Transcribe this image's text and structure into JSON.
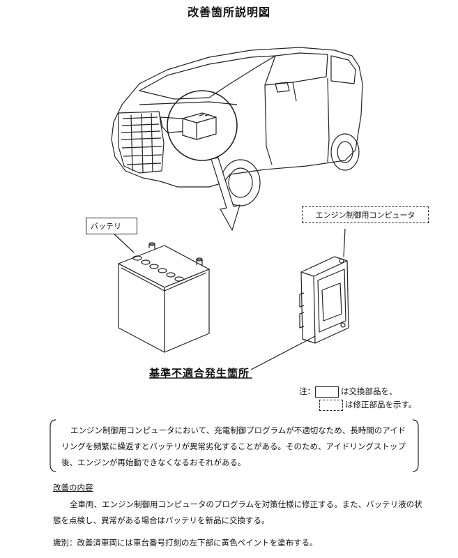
{
  "title": "改善箇所説明図",
  "labels": {
    "battery": "バッテリ",
    "ecu": "エンジン制御用コンピュータ",
    "defect_location": "基準不適合発生箇所"
  },
  "legend": {
    "prefix": "注：",
    "replace": "は交換部品を、",
    "repair": "は修正部品を示す。"
  },
  "description": "エンジン制御用コンピュータにおいて、充電制御プログラムが不適切なため、長時間のアイドリングを頻繁に繰返すとバッテリが異常劣化することがある。そのため、アイドリングストップ後、エンジンが再始動できなくなるおそれがある。",
  "improvement": {
    "heading": "改善の内容",
    "body": "全車両、エンジン制御用コンピュータのプログラムを対策仕様に修正する。また、バッテリ液の状態を点検し、異常がある場合はバッテリを新品に交換する。"
  },
  "identification": "識別：改善済車両には車台番号打刻の左下部に黄色ペイントを塗布する。"
}
